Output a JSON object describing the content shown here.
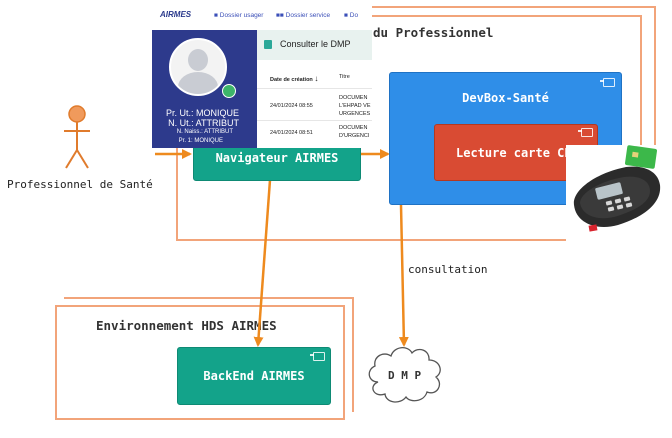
{
  "diagram": {
    "actor_label": "Professionnel de Santé",
    "node_poste_title": "du Professionnel",
    "node_hds_title": "Environnement HDS AIRMES",
    "components": {
      "navigateur": "Navigateur AIRMES",
      "devbox": "DevBox-Santé",
      "lecture_cps": "Lecture carte CPS",
      "backend": "BackEnd AIRMES"
    },
    "cloud_label": "D M P",
    "edge_consultation": "consultation"
  },
  "screenshot": {
    "logo": "AIRMES",
    "nav_items": [
      "Dossier usager",
      "Dossier service",
      "Do"
    ],
    "user_line1": "Pr. Ut.: MONIQUE",
    "user_line2": "N. Ut.: ATTRIBUT",
    "user_line3": "N. Naiss.: ATTRIBUT",
    "user_line4": "Pr. 1: MONIQUE",
    "button_dmp": "Consulter le DMP",
    "table_headers": [
      "Date de création",
      "Titre"
    ],
    "rows": [
      {
        "date": "24/01/2024 08:55",
        "title1": "DOCUMEN",
        "title2": "L'EHPAD VE",
        "title3": "URGENCES"
      },
      {
        "date": "24/01/2024 08:51",
        "title1": "DOCUMEN",
        "title2": "D'URGENCI",
        "title3": ""
      }
    ]
  },
  "colors": {
    "node_border": "#f2a47a",
    "arrow": "#ee8a1e",
    "teal": "#13a38a",
    "blue": "#2f8ee8",
    "red": "#d94b33",
    "airmes_blue": "#2d3a8c"
  }
}
